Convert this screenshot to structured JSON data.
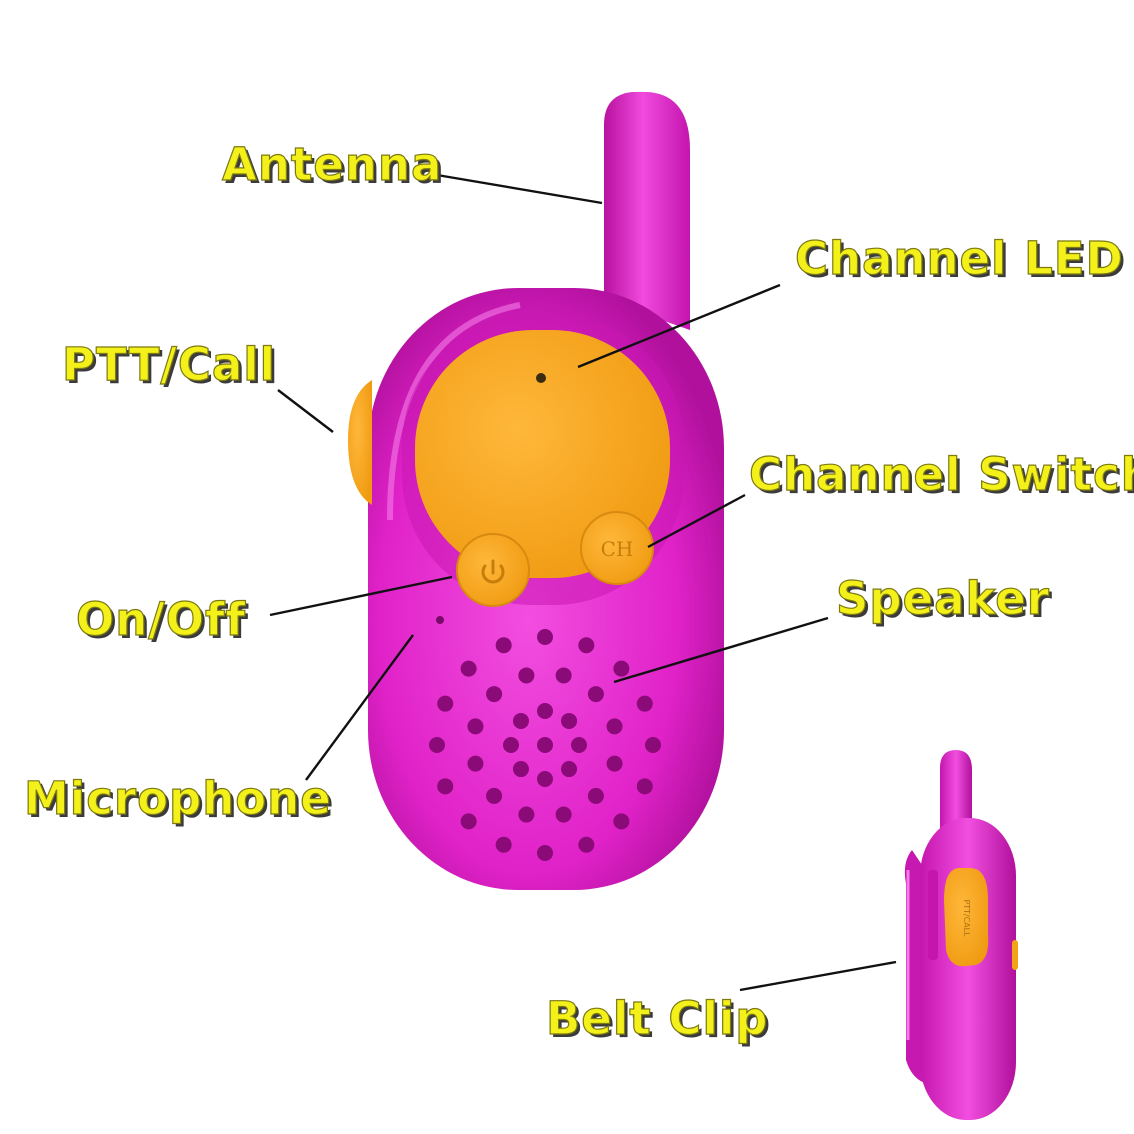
{
  "labels": {
    "antenna": "Antenna",
    "channel_led": "Channel LED",
    "ptt_call": "PTT/Call",
    "channel_switch": "Channel Switch",
    "on_off": "On/Off",
    "speaker": "Speaker",
    "microphone": "Microphone",
    "belt_clip": "Belt Clip"
  },
  "device": {
    "ch_button_text": "CH",
    "side_button_text": "PTT/CALL"
  },
  "colors": {
    "body": "#e022c8",
    "body_dark": "#b0109c",
    "accent": "#f4a316",
    "label_text": "#f4f01a",
    "label_shadow": "#3b3b3b"
  }
}
